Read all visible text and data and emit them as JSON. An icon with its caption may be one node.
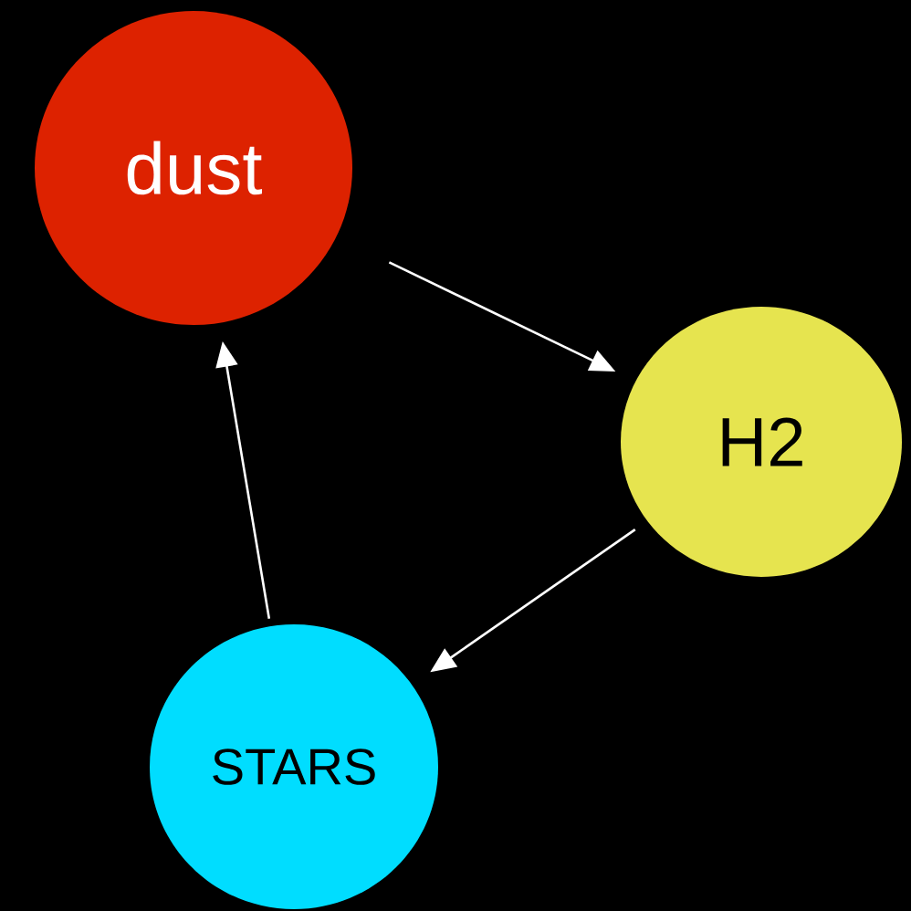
{
  "diagram": {
    "nodes": [
      {
        "text": [
          "dust"
        ]
      },
      {
        "text": [
          "H2"
        ]
      },
      {
        "text": [
          "STARS"
        ]
      }
    ],
    "edges": [
      {
        "from": 0,
        "to": 1,
        "arrow": "to"
      },
      {
        "from": 1,
        "to": 2,
        "arrow": "to"
      },
      {
        "from": 2,
        "to": 0,
        "arrow": "to"
      }
    ]
  }
}
